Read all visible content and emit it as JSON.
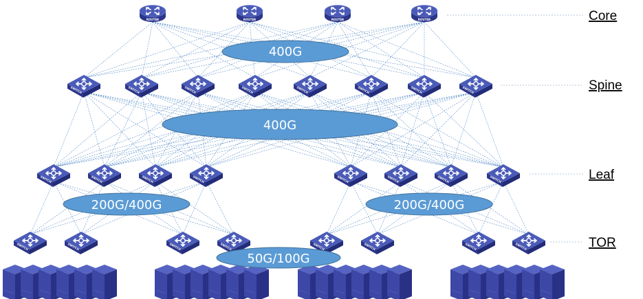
{
  "diagram": {
    "title": "Data center network topology (Core / Spine / Leaf / TOR)",
    "colors": {
      "link": "#5b8fc9",
      "ellipse_fill": "#5b9bd5",
      "ellipse_stroke": "#41719c",
      "device_top": "#4b5bb8",
      "device_side": "#2c368a",
      "server_front": "#3d47a6",
      "server_side": "#293186"
    },
    "tiers": [
      {
        "id": "core",
        "label": "Core",
        "device_type": "router",
        "device_label": "ROUTER",
        "count": 4
      },
      {
        "id": "spine",
        "label": "Spine",
        "device_type": "switch",
        "device_label": "SWITCH",
        "count": 8
      },
      {
        "id": "leaf",
        "label": "Leaf",
        "device_type": "switch",
        "device_label": "SWITCH",
        "count": 8
      },
      {
        "id": "tor",
        "label": "TOR",
        "device_type": "switch",
        "device_label": "SWITCH",
        "count": 8
      }
    ],
    "bandwidth_labels": [
      {
        "id": "core-spine",
        "text": "400G"
      },
      {
        "id": "spine-leaf",
        "text": "400G"
      },
      {
        "id": "leaf-tor-left",
        "text": "200G/400G"
      },
      {
        "id": "leaf-tor-right",
        "text": "200G/400G"
      },
      {
        "id": "tor-server",
        "text": "50G/100G"
      }
    ],
    "server_racks": [
      {
        "id": "rack-1",
        "servers": 6
      },
      {
        "id": "rack-2",
        "servers": 6
      },
      {
        "id": "rack-3",
        "servers": 6
      },
      {
        "id": "rack-4",
        "servers": 6
      }
    ]
  }
}
